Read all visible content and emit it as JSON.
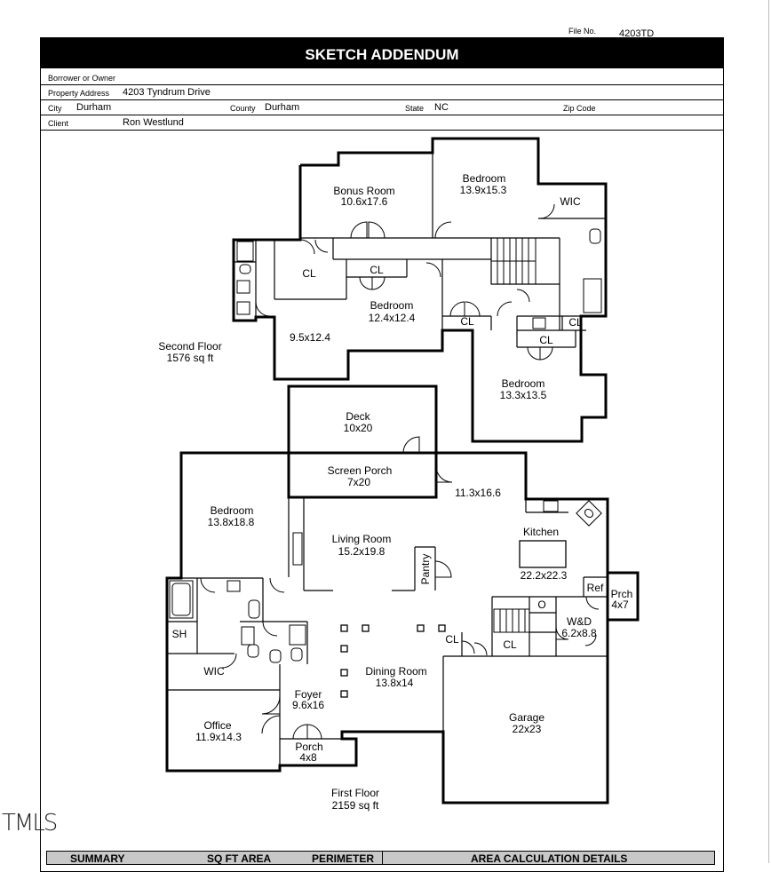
{
  "file_no": {
    "label": "File No.",
    "value": "4203TD"
  },
  "title": "SKETCH ADDENDUM",
  "header": {
    "borrower_label": "Borrower or Owner",
    "borrower_value": "",
    "address_label": "Property Address",
    "address_value": "4203 Tyndrum Drive",
    "city_label": "City",
    "city_value": "Durham",
    "county_label": "County",
    "county_value": "Durham",
    "state_label": "State",
    "state_value": "NC",
    "zip_label": "Zip Code",
    "zip_value": "",
    "client_label": "Client",
    "client_value": "Ron Westlund"
  },
  "second_floor": {
    "label": "Second Floor",
    "area": "1576 sq ft",
    "rooms": {
      "bonus_name": "Bonus Room",
      "bonus_dim": "10.6x17.6",
      "bed1_name": "Bedroom",
      "bed1_dim": "13.9x15.3",
      "wic": "WIC",
      "cl_a": "CL",
      "cl_b": "CL",
      "cl_c": "CL",
      "cl_d": "CL",
      "cl_e": "CL",
      "bed2_name": "Bedroom",
      "bed2_dim": "12.4x12.4",
      "room_dim": "9.5x12.4",
      "bed3_name": "Bedroom",
      "bed3_dim": "13.3x13.5"
    }
  },
  "first_floor": {
    "label": "First Floor",
    "area": "2159 sq ft",
    "rooms": {
      "deck_name": "Deck",
      "deck_dim": "10x20",
      "screen_name": "Screen Porch",
      "screen_dim": "7x20",
      "room_dim": "11.3x16.6",
      "bed_name": "Bedroom",
      "bed_dim": "13.8x18.8",
      "living_name": "Living Room",
      "living_dim": "15.2x19.8",
      "pantry": "Pantry",
      "kitchen_name": "Kitchen",
      "kitchen_dim": "22.2x22.3",
      "ref": "Ref",
      "prch_name": "Prch",
      "prch_dim": "4x7",
      "sh": "SH",
      "o": "O",
      "wd_name": "W&D",
      "wd_dim": "6.2x8.8",
      "cl_a": "CL",
      "cl_b": "CL",
      "wic": "WIC",
      "dining_name": "Dining Room",
      "dining_dim": "13.8x14",
      "foyer_name": "Foyer",
      "foyer_dim": "9.6x16",
      "garage_name": "Garage",
      "garage_dim": "22x23",
      "office_name": "Office",
      "office_dim": "11.9x14.3",
      "porch_name": "Porch",
      "porch_dim": "4x8"
    }
  },
  "summary": {
    "col1": "SUMMARY",
    "col2": "SQ FT AREA",
    "col3": "PERIMETER",
    "col4": "AREA CALCULATION DETAILS"
  },
  "watermark": "TMLS"
}
